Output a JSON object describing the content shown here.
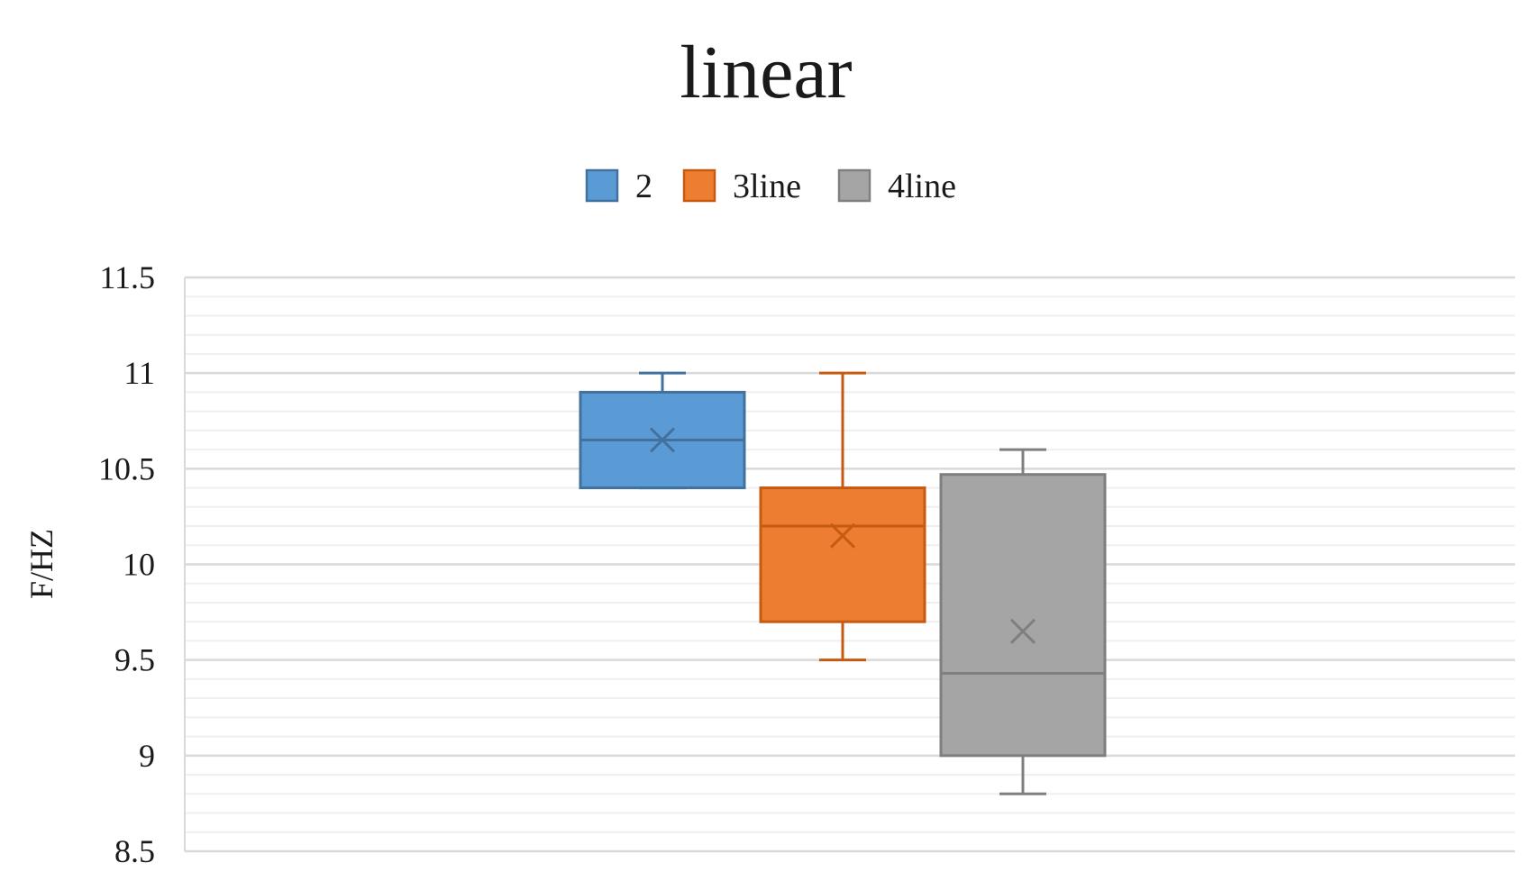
{
  "chart_data": {
    "type": "box",
    "title": "linear",
    "xlabel": "",
    "ylabel": "F/HZ",
    "ylim": [
      8.5,
      11.5
    ],
    "yticks": [
      "8.5",
      "9",
      "9.5",
      "10",
      "10.5",
      "11",
      "11.5"
    ],
    "grid": true,
    "minor_grid_step": 0.1,
    "legend_position": "top-center",
    "series": [
      {
        "name": "2",
        "color": "#5b9bd5",
        "edge": "#41719c",
        "min": 10.4,
        "q1": 10.4,
        "median": 10.65,
        "q3": 10.9,
        "max": 11.0,
        "mean": 10.65
      },
      {
        "name": "3line",
        "color": "#ed7d31",
        "edge": "#c55a11",
        "min": 9.5,
        "q1": 9.7,
        "median": 10.2,
        "q3": 10.4,
        "max": 11.0,
        "mean": 10.15
      },
      {
        "name": "4line",
        "color": "#a5a5a5",
        "edge": "#7f7f7f",
        "min": 8.8,
        "q1": 9.0,
        "median": 9.43,
        "q3": 10.47,
        "max": 10.6,
        "mean": 9.65
      }
    ]
  }
}
